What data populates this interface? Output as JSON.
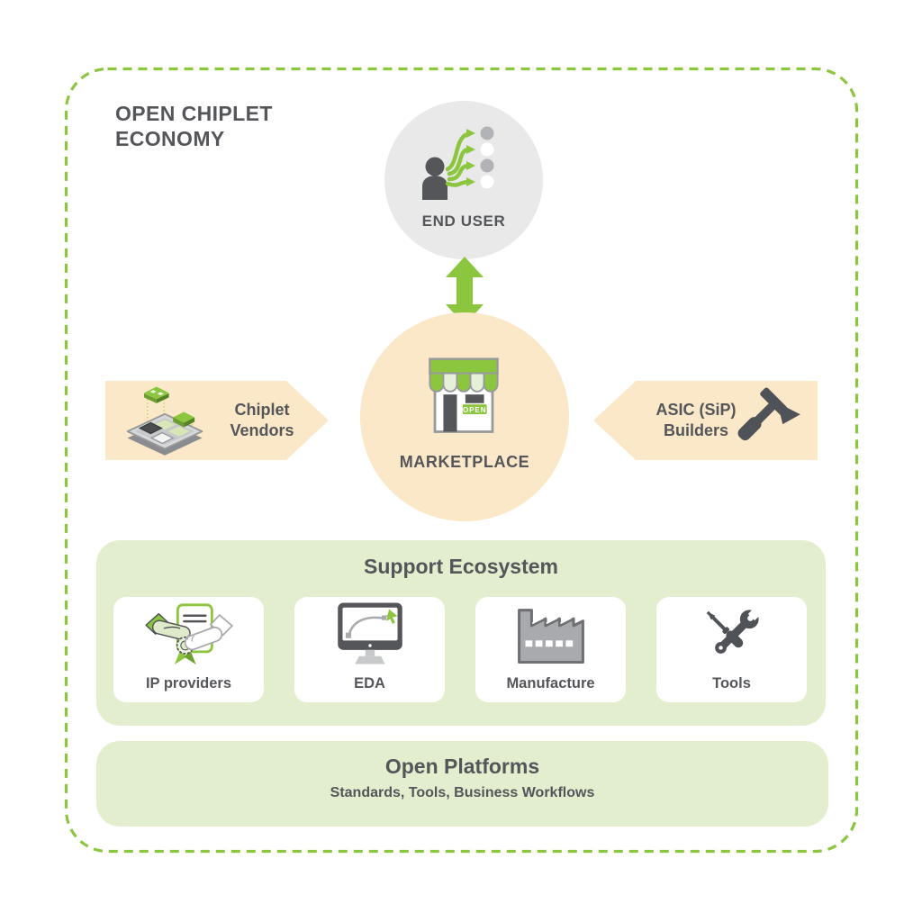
{
  "header": {
    "title_line1": "OPEN CHIPLET",
    "title_line2": "ECONOMY"
  },
  "end_user": {
    "label": "END USER"
  },
  "marketplace": {
    "label": "MARKETPLACE",
    "open_sign": "OPEN"
  },
  "chiplet_vendors": {
    "line1": "Chiplet",
    "line2": "Vendors"
  },
  "asic_builders": {
    "line1": "ASIC (SiP)",
    "line2": "Builders"
  },
  "support_ecosystem": {
    "title": "Support Ecosystem",
    "cards": [
      {
        "label": "IP providers",
        "icon": "handshake-certificate-icon"
      },
      {
        "label": "EDA",
        "icon": "monitor-design-icon"
      },
      {
        "label": "Manufacture",
        "icon": "factory-icon"
      },
      {
        "label": "Tools",
        "icon": "crossed-tools-icon"
      }
    ]
  },
  "open_platforms": {
    "title": "Open Platforms",
    "subtitle": "Standards, Tools, Business Workflows"
  },
  "colors": {
    "accent_green": "#8CC63F",
    "cream": "#FAE8C8",
    "panel_green": "#E3EECF",
    "circle_gray": "#E9E9EA",
    "text_dark": "#54565A"
  }
}
